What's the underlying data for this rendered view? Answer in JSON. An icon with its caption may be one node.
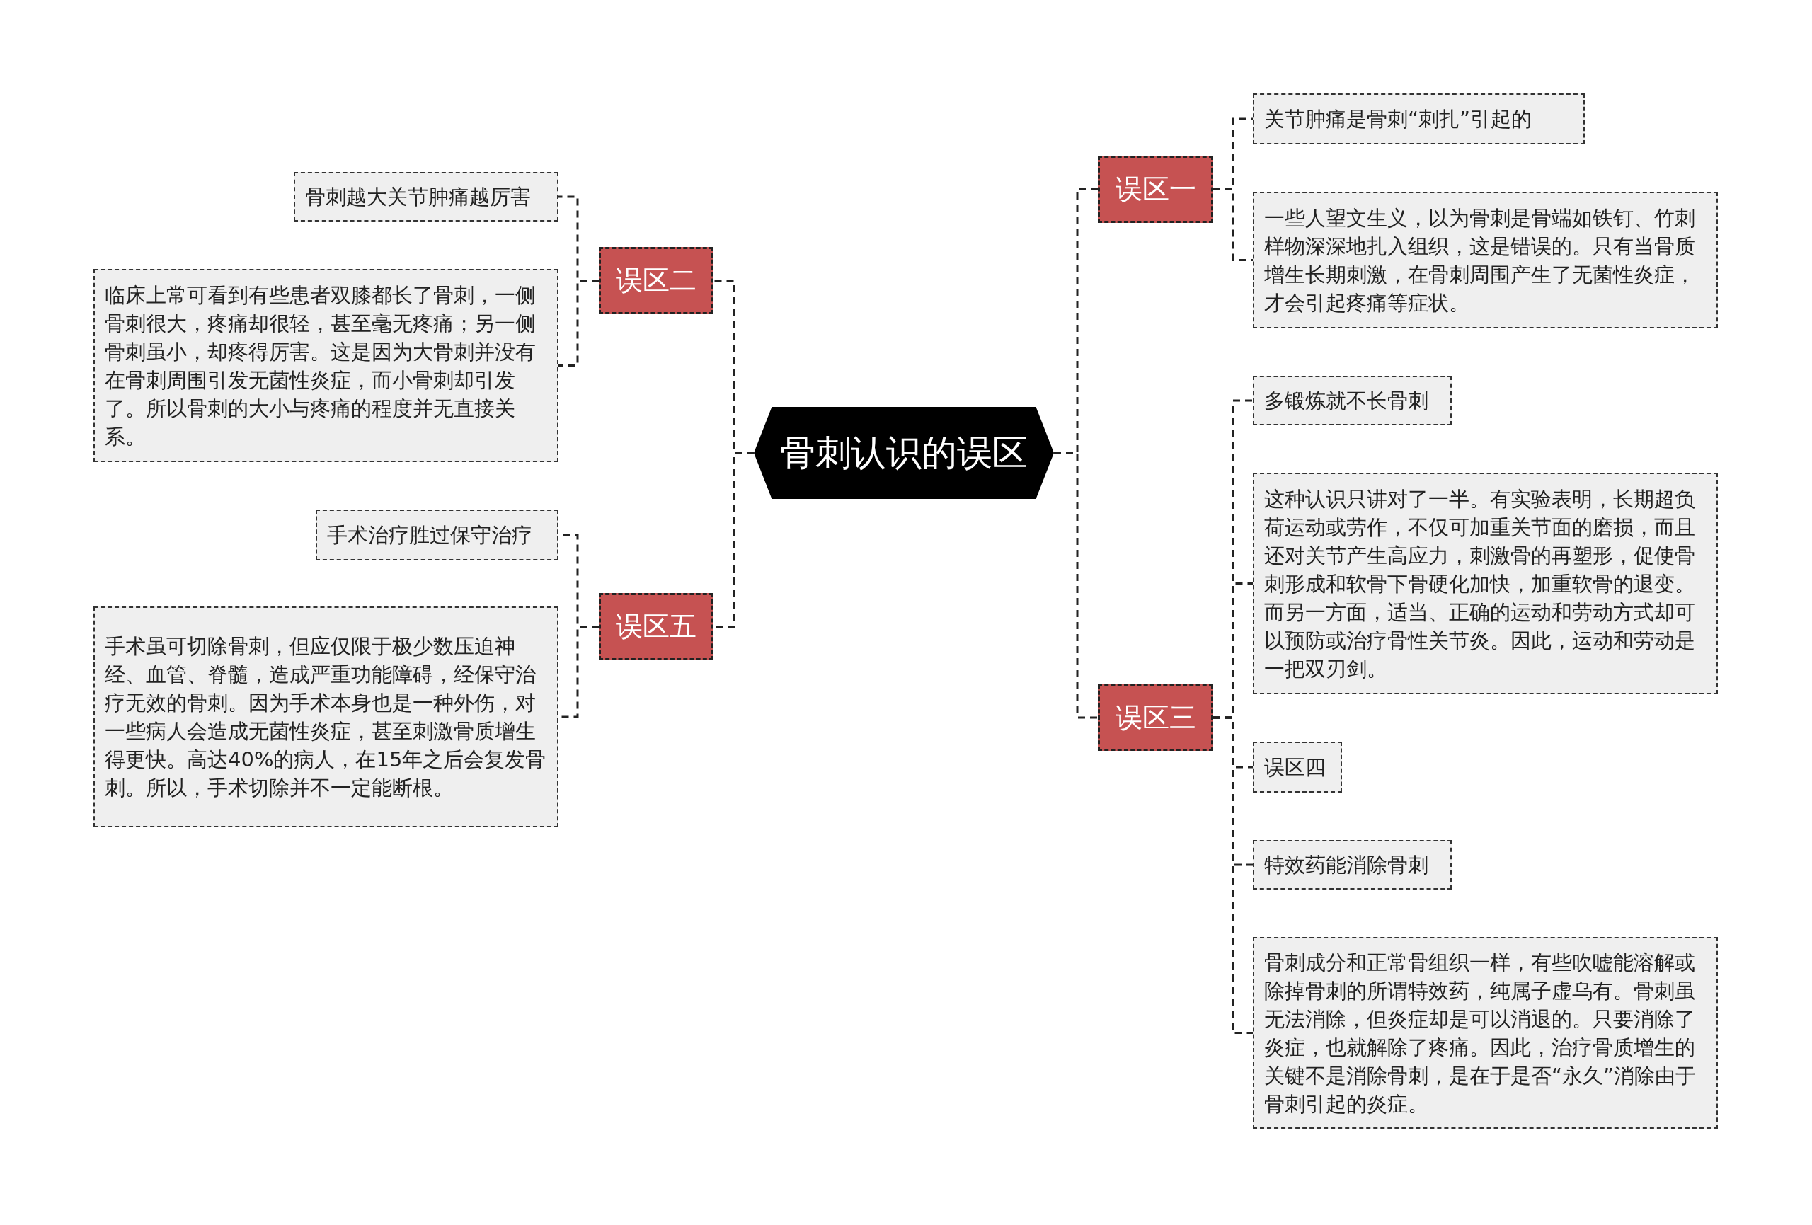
{
  "diagram": {
    "nodes": [
      {
        "text": [
          "骨刺认识的误区"
        ]
      },
      {
        "text": [
          "误区二"
        ]
      },
      {
        "text": [
          "骨刺越大关节肿痛越厉害"
        ]
      },
      {
        "text": [
          "临床上常可看到有些患者双膝都长了骨刺，一侧骨刺很大，疼痛却很轻，甚至毫无疼痛；另一侧骨刺虽小，却疼得厉害。这是因为大骨刺并没有在骨刺周围引发无菌性炎症，而小骨刺却引发了。所以骨刺的大小与疼痛的程度并无直接关系。"
        ]
      },
      {
        "text": [
          "误区五"
        ]
      },
      {
        "text": [
          "手术治疗胜过保守治疗"
        ]
      },
      {
        "text": [
          "手术虽可切除骨刺，但应仅限于极少数压迫神经、血管、脊髓，造成严重功能障碍，经保守治疗无效的骨刺。因为手术本身也是一种外伤，对一些病人会造成无菌性炎症，甚至刺激骨质增生得更快。高达40%的病人，在15年之后会复发骨刺。所以，手术切除并不一定能断根。"
        ]
      },
      {
        "text": [
          "误区一"
        ]
      },
      {
        "text": [
          "关节肿痛是骨刺“刺扎”引起的"
        ]
      },
      {
        "text": [
          "一些人望文生义，以为骨刺是骨端如铁钉、竹刺样物深深地扎入组织，这是错误的。只有当骨质增生长期刺激，在骨刺周围产生了无菌性炎症，才会引起疼痛等症状。"
        ]
      },
      {
        "text": [
          "误区三"
        ]
      },
      {
        "text": [
          "多锻炼就不长骨刺"
        ]
      },
      {
        "text": [
          "这种认识只讲对了一半。有实验表明，长期超负荷运动或劳作，不仅可加重关节面的磨损，而且还对关节产生高应力，刺激骨的再塑形，促使骨刺形成和软骨下骨硬化加快，加重软骨的退变。而另一方面，适当、正确的运动和劳动方式却可以预防或治疗骨性关节炎。因此，运动和劳动是一把双刃剑。"
        ]
      },
      {
        "text": [
          "误区四"
        ]
      },
      {
        "text": [
          "特效药能消除骨刺"
        ]
      },
      {
        "text": [
          "骨刺成分和正常骨组织一样，有些吹嘘能溶解或除掉骨刺的所谓特效药，纯属子虚乌有。骨刺虽无法消除，但炎症却是可以消退的。只要消除了炎症，也就解除了疼痛。因此，治疗骨质增生的关键不是消除骨刺，是在于是否“永久”消除由于骨刺引起的炎症。"
        ]
      }
    ],
    "edges": [
      {
        "from": 0,
        "to": 1,
        "arrow": "none",
        "style": "dashed"
      },
      {
        "from": 1,
        "to": 2,
        "arrow": "none",
        "style": "dashed"
      },
      {
        "from": 1,
        "to": 3,
        "arrow": "none",
        "style": "dashed"
      },
      {
        "from": 0,
        "to": 4,
        "arrow": "none",
        "style": "dashed"
      },
      {
        "from": 4,
        "to": 5,
        "arrow": "none",
        "style": "dashed"
      },
      {
        "from": 4,
        "to": 6,
        "arrow": "none",
        "style": "dashed"
      },
      {
        "from": 0,
        "to": 7,
        "arrow": "none",
        "style": "dashed"
      },
      {
        "from": 7,
        "to": 8,
        "arrow": "none",
        "style": "dashed"
      },
      {
        "from": 7,
        "to": 9,
        "arrow": "none",
        "style": "dashed"
      },
      {
        "from": 0,
        "to": 10,
        "arrow": "none",
        "style": "dashed"
      },
      {
        "from": 10,
        "to": 11,
        "arrow": "none",
        "style": "dashed"
      },
      {
        "from": 10,
        "to": 12,
        "arrow": "none",
        "style": "dashed"
      },
      {
        "from": 10,
        "to": 13,
        "arrow": "none",
        "style": "dashed"
      },
      {
        "from": 10,
        "to": 14,
        "arrow": "none",
        "style": "dashed"
      },
      {
        "from": 10,
        "to": 15,
        "arrow": "none",
        "style": "dashed"
      }
    ]
  }
}
